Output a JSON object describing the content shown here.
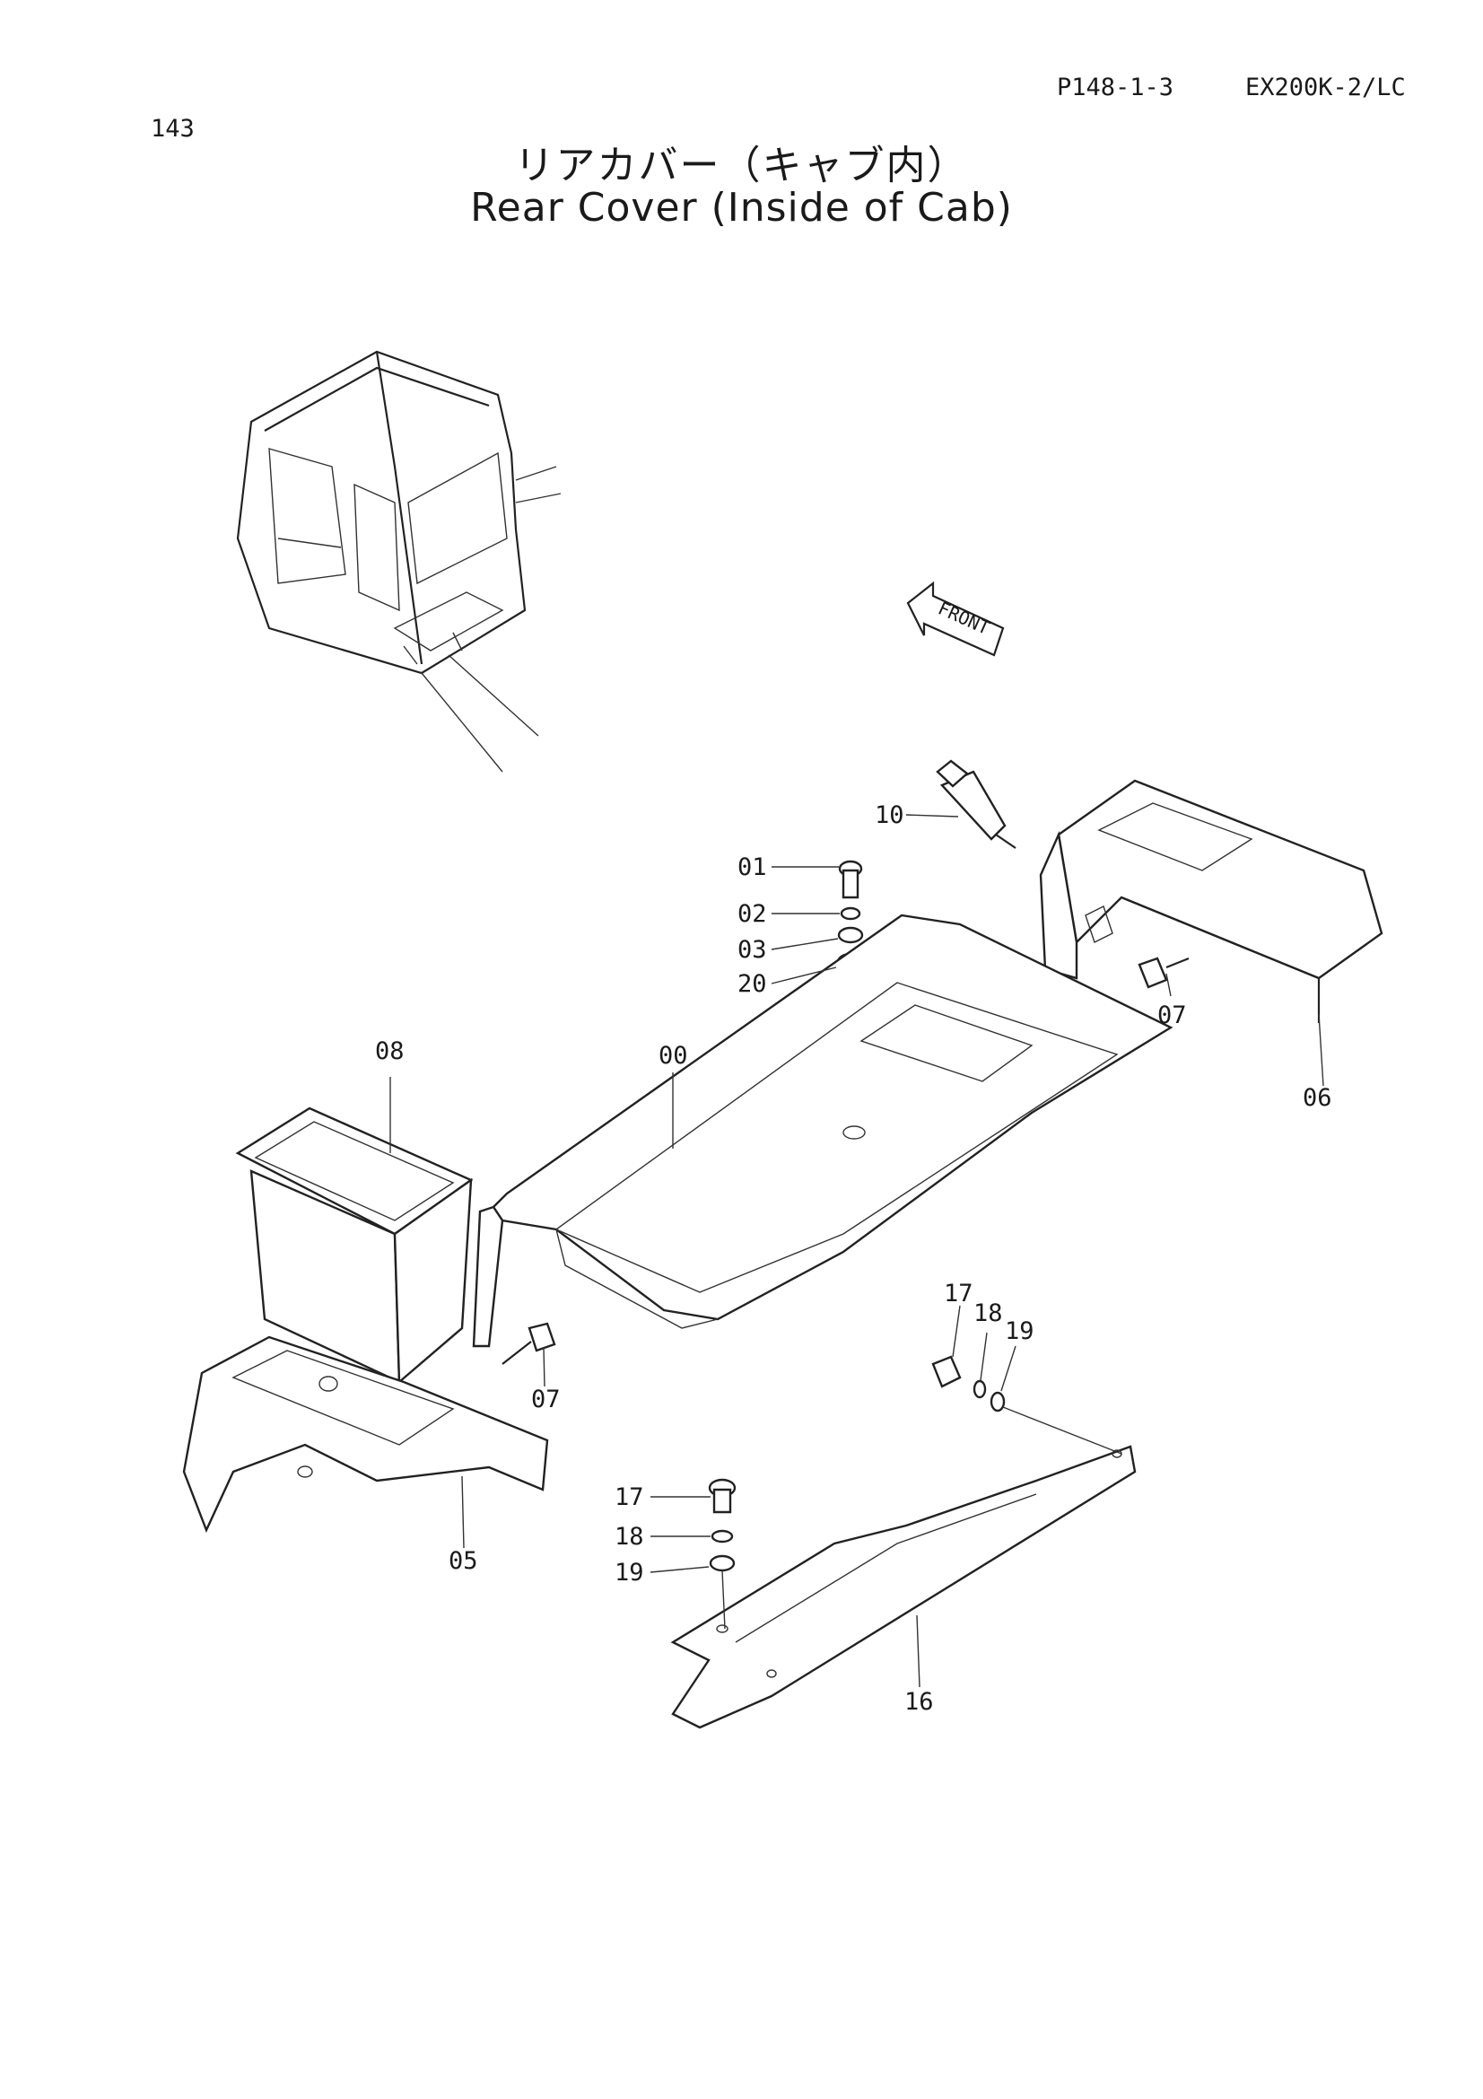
{
  "header": {
    "page_number": "143",
    "figure_code": "P148-1-3",
    "model": "EX200K-2/LC",
    "title_jp": "リアカバー（キャブ内）",
    "title_en": "Rear Cover (Inside of Cab)"
  },
  "arrow_label": "FRONT",
  "callouts": [
    {
      "id": "c10",
      "label": "10"
    },
    {
      "id": "c01",
      "label": "01"
    },
    {
      "id": "c02",
      "label": "02"
    },
    {
      "id": "c03",
      "label": "03"
    },
    {
      "id": "c20",
      "label": "20"
    },
    {
      "id": "c07a",
      "label": "07"
    },
    {
      "id": "c06",
      "label": "06"
    },
    {
      "id": "c08",
      "label": "08"
    },
    {
      "id": "c00",
      "label": "00"
    },
    {
      "id": "c07b",
      "label": "07"
    },
    {
      "id": "c05",
      "label": "05"
    },
    {
      "id": "c17a",
      "label": "17"
    },
    {
      "id": "c18a",
      "label": "18"
    },
    {
      "id": "c19a",
      "label": "19"
    },
    {
      "id": "c17b",
      "label": "17"
    },
    {
      "id": "c18b",
      "label": "18"
    },
    {
      "id": "c19b",
      "label": "19"
    },
    {
      "id": "c16",
      "label": "16"
    }
  ]
}
